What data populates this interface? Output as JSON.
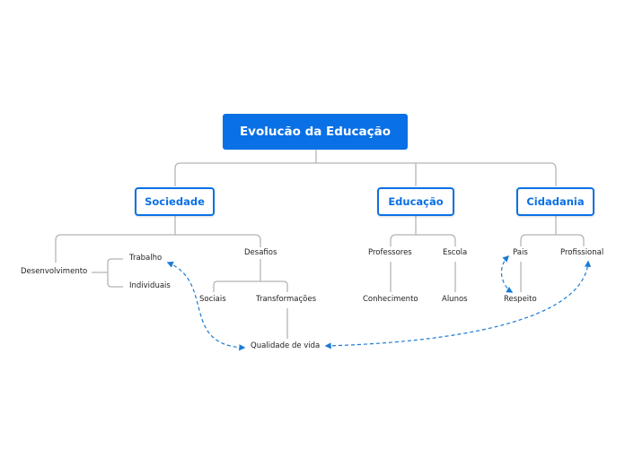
{
  "root": {
    "label": "Evolucão da Educação"
  },
  "main_topics": {
    "sociedade": "Sociedade",
    "educacao": "Educação",
    "cidadania": "Cidadania"
  },
  "subtopics": {
    "desenvolvimento": "Desenvolvimento",
    "trabalho": "Trabalho",
    "individuais": "Individuais",
    "desafios": "Desafios",
    "sociais": "Sociais",
    "transformacoes": "Transformações",
    "qualidade_de_vida": "Qualidade de vida",
    "professores": "Professores",
    "conhecimento": "Conhecimento",
    "escola": "Escola",
    "alunos": "Alunos",
    "pais": "Pais",
    "respeito": "Respeito",
    "profissional": "Profissional"
  },
  "colors": {
    "primary": "#0a70e6",
    "connector": "#b5b5b5",
    "relationship": "#1a7ad4"
  }
}
